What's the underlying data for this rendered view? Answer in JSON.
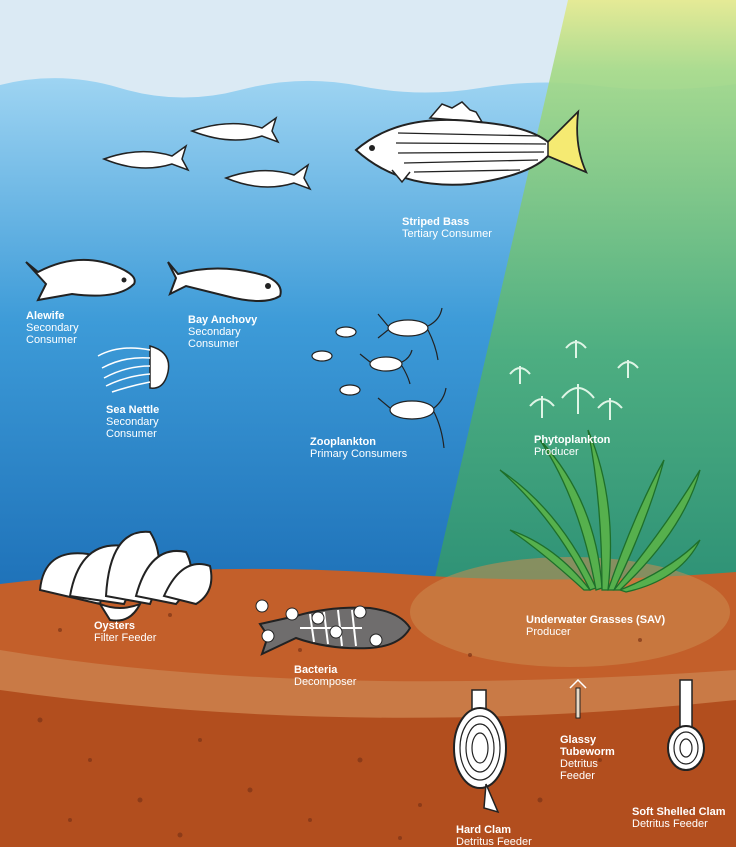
{
  "colors": {
    "sky": "#dbeaf4",
    "water_top": "#9ed4f2",
    "water_bottom": "#1b74bd",
    "sunbeam": "#8fd27c",
    "sunbeam_top": "#e6ea8e",
    "sediment_top": "#c3602b",
    "sediment_mid": "#c97c48",
    "sediment_deep": "#b4501f",
    "label": "#ffffff"
  },
  "organisms": [
    {
      "id": "striped-bass",
      "name": "Striped Bass",
      "role": "Tertiary Consumer"
    },
    {
      "id": "alewife",
      "name": "Alewife",
      "role_line1": "Secondary",
      "role_line2": "Consumer"
    },
    {
      "id": "bay-anchovy",
      "name": "Bay Anchovy",
      "role_line1": "Secondary",
      "role_line2": "Consumer"
    },
    {
      "id": "sea-nettle",
      "name": "Sea Nettle",
      "role_line1": "Secondary",
      "role_line2": "Consumer"
    },
    {
      "id": "zooplankton",
      "name": "Zooplankton",
      "role": "Primary Consumers"
    },
    {
      "id": "phytoplankton",
      "name": "Phytoplankton",
      "role": "Producer"
    },
    {
      "id": "oysters",
      "name": "Oysters",
      "role": "Filter Feeder"
    },
    {
      "id": "underwater-grasses",
      "name": "Underwater Grasses (SAV)",
      "role": "Producer"
    },
    {
      "id": "bacteria",
      "name": "Bacteria",
      "role": "Decomposer"
    },
    {
      "id": "glassy-tubeworm",
      "name_line1": "Glassy",
      "name_line2": "Tubeworm",
      "role_line1": "Detritus",
      "role_line2": "Feeder"
    },
    {
      "id": "soft-shelled-clam",
      "name": "Soft Shelled Clam",
      "role": "Detritus Feeder"
    },
    {
      "id": "hard-clam",
      "name": "Hard Clam",
      "role": "Detritus Feeder"
    }
  ]
}
